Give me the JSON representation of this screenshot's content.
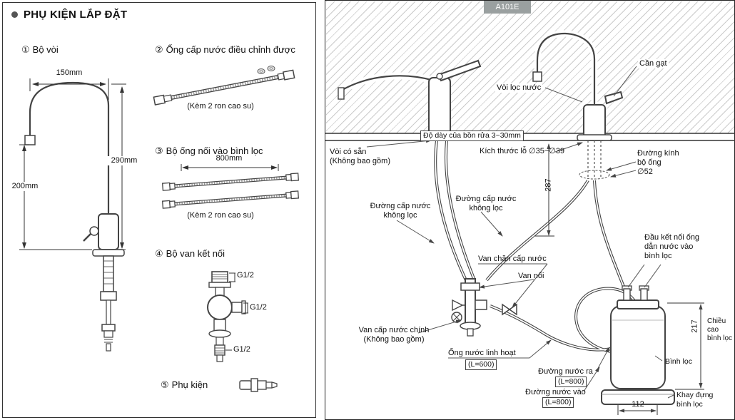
{
  "colors": {
    "model_tag_bg": "#9aa0a0",
    "line": "#444",
    "hatch": "#cbcbcb"
  },
  "left": {
    "title": "PHỤ KIỆN LẮP ĐẶT",
    "items": [
      {
        "num": "①",
        "label": "Bộ vòi"
      },
      {
        "num": "②",
        "label": "Ống cấp nước điều chỉnh được",
        "note": "(Kèm 2 ron cao su)"
      },
      {
        "num": "③",
        "label": "Bộ ống nối vào bình lọc",
        "dim": "800mm",
        "note": "(Kèm 2 ron cao su)"
      },
      {
        "num": "④",
        "label": "Bộ van kết nối",
        "g": [
          "G1/2",
          "G1/2",
          "G1/2"
        ]
      },
      {
        "num": "⑤",
        "label": "Phụ kiện"
      }
    ],
    "faucet_dims": {
      "spout_reach": "150mm",
      "spout_height": "290mm",
      "under_counter": "200mm"
    }
  },
  "right": {
    "model": "A101E",
    "counter_note": "Độ dày của bồn rửa 3~30mm",
    "labels": {
      "can_gat": "Cần gạt",
      "voi_loc": "Vòi lọc nước",
      "voi_co_san": [
        "Vòi có sẵn",
        "(Không bao gồm)"
      ],
      "hole_size": "Kích thước lỗ ∅35~∅39",
      "pipe_dia": [
        "Đường kính",
        "bộ ống",
        "∅52"
      ],
      "dim_287": "287",
      "supply_line_1": [
        "Đường cấp nước",
        "không lọc"
      ],
      "supply_line_2": [
        "Đường cấp nước",
        "không lọc"
      ],
      "van_chan": "Van chặn cấp nước",
      "van_noi": "Van nối",
      "dau_ket_noi": [
        "Đầu kết nối ống",
        "dẫn nước vào",
        "bình lọc"
      ],
      "van_chinh": [
        "Van cấp nước chính",
        "(Không bao gồm)"
      ],
      "ong_linh_hoat": "Ống nước linh hoạt",
      "l600": "(L=600)",
      "nuoc_ra": "Đường nước ra",
      "l800_ra": "(L=800)",
      "nuoc_vao": "Đường nước vào",
      "l800_vao": "(L=800)",
      "dim_217": "217",
      "chieu_cao": [
        "Chiều",
        "cao",
        "bình lọc"
      ],
      "binh_loc": "Bình lọc",
      "khay": [
        "Khay đựng",
        "bình lọc"
      ],
      "dim_112": "112"
    }
  }
}
